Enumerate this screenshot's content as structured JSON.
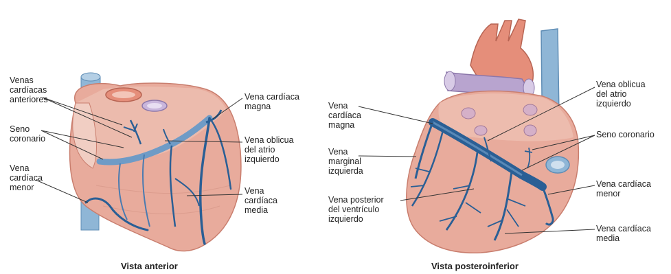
{
  "anterior": {
    "caption": "Vista anterior",
    "labels": {
      "venas_cardiacas_anteriores": "Venas\ncardíacas\nanteriores",
      "seno_coronario": "Seno\ncoronario",
      "vena_cardiaca_menor": "Vena\ncardíaca\nmenor",
      "vena_cardiaca_magna": "Vena cardíaca\nmagna",
      "vena_oblicua": "Vena oblicua\ndel atrio\nizquierdo",
      "vena_cardiaca_media": "Vena\ncardíaca\nmedia"
    }
  },
  "posteroinferior": {
    "caption": "Vista posteroinferior",
    "labels": {
      "vena_cardiaca_magna": "Vena\ncardíaca\nmagna",
      "vena_marginal_izquierda": "Vena\nmarginal\nizquierda",
      "vena_posterior_ventriculo": "Vena posterior\ndel ventrículo\nizquierdo",
      "vena_oblicua": "Vena oblicua\ndel atrio\nizquierdo",
      "seno_coronario": "Seno coronario",
      "vena_cardiaca_menor": "Vena cardíaca\nmenor",
      "vena_cardiaca_media": "Vena cardíaca\nmedia"
    }
  },
  "colors": {
    "muscle": "#e8ab9c",
    "muscle_dark": "#c97e6e",
    "vein": "#2a5f95",
    "vein_light": "#6f9bc6",
    "aorta": "#e58e7a",
    "pulmonary": "#b8a4cf",
    "vena_cava": "#8fb6d6",
    "leader": "#333333"
  }
}
